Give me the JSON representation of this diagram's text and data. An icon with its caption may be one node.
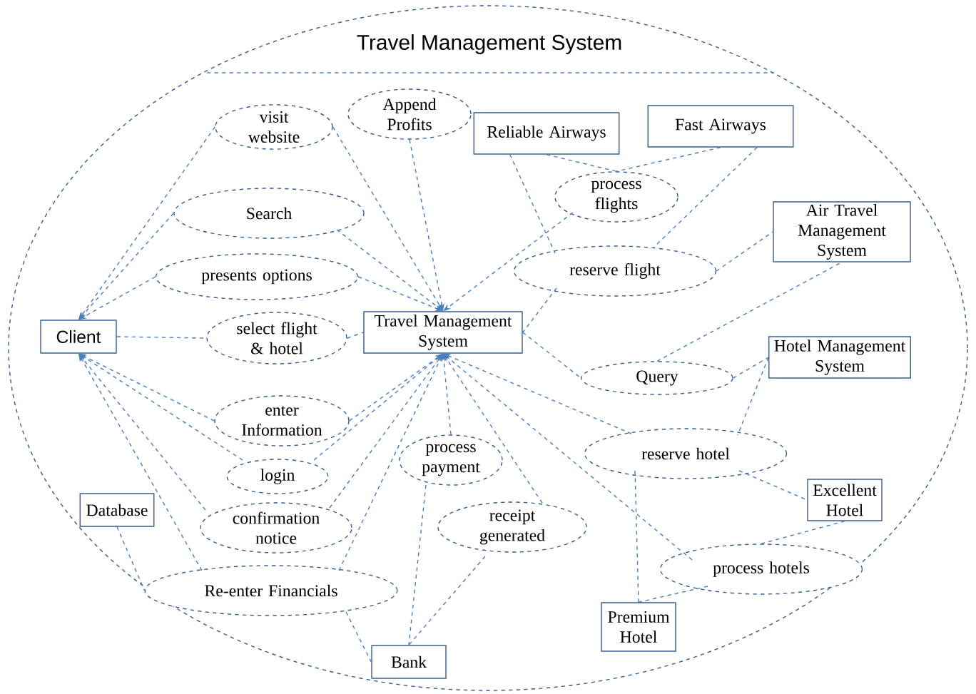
{
  "diagram": {
    "nodes": [
      {
        "text": [
          "Travel Management System"
        ]
      },
      {
        "text": [
          "visit website"
        ],
        "in": 0
      },
      {
        "text": [
          "Append Profits"
        ],
        "in": 0
      },
      {
        "text": [
          "Reliable Airways"
        ],
        "in": 0
      },
      {
        "text": [
          "Fast Airways"
        ],
        "in": 0
      },
      {
        "text": [
          "process flights"
        ],
        "in": 0
      },
      {
        "text": [
          "Search"
        ],
        "in": 0
      },
      {
        "text": [
          "Air Travel Management System"
        ],
        "in": 0
      },
      {
        "text": [
          "presents options"
        ],
        "in": 0
      },
      {
        "text": [
          "reserve flight"
        ],
        "in": 0
      },
      {
        "text": [
          "Client"
        ],
        "in": 0
      },
      {
        "text": [
          "select flight & hotel"
        ],
        "in": 0
      },
      {
        "text": [
          "Travel Management System"
        ],
        "in": 0
      },
      {
        "text": [
          "Query"
        ],
        "in": 0
      },
      {
        "text": [
          "Hotel Management System"
        ],
        "in": 0
      },
      {
        "text": [
          "enter Information"
        ],
        "in": 0
      },
      {
        "text": [
          "reserve hotel"
        ],
        "in": 0
      },
      {
        "text": [
          "login"
        ],
        "in": 0
      },
      {
        "text": [
          "process payment"
        ],
        "in": 0
      },
      {
        "text": [
          "Database"
        ],
        "in": 0
      },
      {
        "text": [
          "Excellent Hotel"
        ],
        "in": 0
      },
      {
        "text": [
          "confirmation notice"
        ],
        "in": 0
      },
      {
        "text": [
          "receipt generated"
        ],
        "in": 0
      },
      {
        "text": [
          "process hotels"
        ],
        "in": 0
      },
      {
        "text": [
          "Re-enter Financials"
        ],
        "in": 0
      },
      {
        "text": [
          "Premium Hotel"
        ],
        "in": 0
      },
      {
        "text": [
          "Bank"
        ],
        "in": 0
      }
    ],
    "edges": [
      {
        "from": 1,
        "to": 10,
        "arrow": "to",
        "style": "dashed"
      },
      {
        "from": 1,
        "to": 12,
        "arrow": "to",
        "style": "dashed"
      },
      {
        "from": 2,
        "to": 12,
        "arrow": "to",
        "style": "dashed"
      },
      {
        "from": 6,
        "to": 10,
        "arrow": "to",
        "style": "dashed"
      },
      {
        "from": 6,
        "to": 12,
        "arrow": "to",
        "style": "dashed"
      },
      {
        "from": 8,
        "to": 10,
        "arrow": "to",
        "style": "dashed"
      },
      {
        "from": 8,
        "to": 12,
        "arrow": "to",
        "style": "dashed"
      },
      {
        "from": 10,
        "to": 11,
        "arrow": "none",
        "style": "dashed"
      },
      {
        "from": 11,
        "to": 12,
        "arrow": "none",
        "style": "dashed"
      },
      {
        "from": 5,
        "to": 12,
        "arrow": "to",
        "style": "dashed"
      },
      {
        "from": 3,
        "to": 5,
        "arrow": "none",
        "style": "dashed"
      },
      {
        "from": 4,
        "to": 5,
        "arrow": "none",
        "style": "dashed"
      },
      {
        "from": 3,
        "to": 9,
        "arrow": "none",
        "style": "dashed"
      },
      {
        "from": 4,
        "to": 9,
        "arrow": "none",
        "style": "dashed"
      },
      {
        "from": 9,
        "to": 7,
        "arrow": "none",
        "style": "dashed"
      },
      {
        "from": 9,
        "to": 12,
        "arrow": "none",
        "style": "dashed"
      },
      {
        "from": 12,
        "to": 13,
        "arrow": "none",
        "style": "dashed"
      },
      {
        "from": 13,
        "to": 7,
        "arrow": "none",
        "style": "dashed"
      },
      {
        "from": 13,
        "to": 14,
        "arrow": "none",
        "style": "dashed"
      },
      {
        "from": 14,
        "to": 16,
        "arrow": "none",
        "style": "dashed"
      },
      {
        "from": 16,
        "to": 12,
        "arrow": "to",
        "style": "dashed"
      },
      {
        "from": 16,
        "to": 20,
        "arrow": "none",
        "style": "dashed"
      },
      {
        "from": 16,
        "to": 25,
        "arrow": "none",
        "style": "dashed"
      },
      {
        "from": 23,
        "to": 12,
        "arrow": "to",
        "style": "dashed"
      },
      {
        "from": 23,
        "to": 20,
        "arrow": "none",
        "style": "dashed"
      },
      {
        "from": 23,
        "to": 25,
        "arrow": "none",
        "style": "dashed"
      },
      {
        "from": 22,
        "to": 12,
        "arrow": "to",
        "style": "dashed"
      },
      {
        "from": 22,
        "to": 26,
        "arrow": "none",
        "style": "dashed"
      },
      {
        "from": 18,
        "to": 12,
        "arrow": "to",
        "style": "dashed"
      },
      {
        "from": 18,
        "to": 26,
        "arrow": "none",
        "style": "dashed"
      },
      {
        "from": 15,
        "to": 10,
        "arrow": "to",
        "style": "dashed"
      },
      {
        "from": 15,
        "to": 12,
        "arrow": "to",
        "style": "dashed"
      },
      {
        "from": 17,
        "to": 10,
        "arrow": "to",
        "style": "dashed"
      },
      {
        "from": 17,
        "to": 12,
        "arrow": "to",
        "style": "dashed"
      },
      {
        "from": 21,
        "to": 10,
        "arrow": "to",
        "style": "dashed"
      },
      {
        "from": 21,
        "to": 12,
        "arrow": "to",
        "style": "dashed"
      },
      {
        "from": 24,
        "to": 10,
        "arrow": "to",
        "style": "dashed"
      },
      {
        "from": 24,
        "to": 12,
        "arrow": "to",
        "style": "dashed"
      },
      {
        "from": 19,
        "to": 24,
        "arrow": "none",
        "style": "dashed"
      },
      {
        "from": 24,
        "to": 26,
        "arrow": "none",
        "style": "dashed"
      }
    ]
  }
}
